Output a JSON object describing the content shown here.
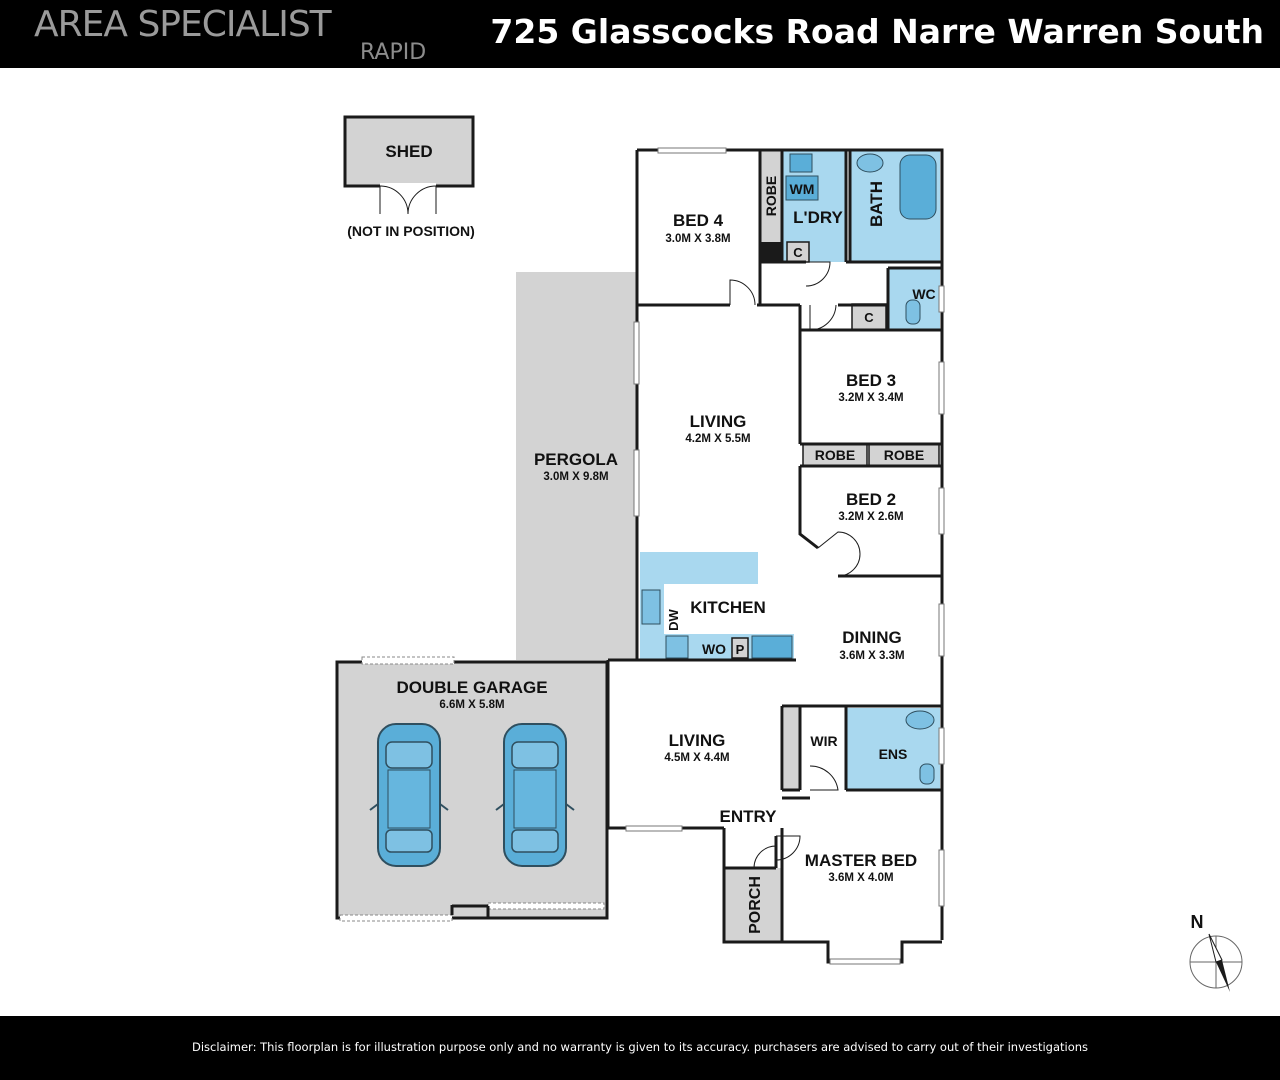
{
  "header": {
    "brand": "AREA SPECIALIST",
    "brand_sub": "RAPID",
    "address": "725 Glasscocks Road Narre Warren South"
  },
  "footer": {
    "disclaimer": "Disclaimer: This floorplan is for illustration purpose only and no warranty is given to its accuracy. purchasers are advised to carry out of their investigations"
  },
  "colors": {
    "wall": "#1a1a1a",
    "wet_area": "#a9d8ef",
    "outdoor": "#d3d3d3",
    "fixture": "#5aaed8",
    "bar": "#000000"
  },
  "compass": {
    "label": "N",
    "icon": "compass-icon"
  },
  "rooms": {
    "shed": {
      "name": "SHED",
      "note": "(NOT IN POSITION)"
    },
    "bed4": {
      "name": "BED 4",
      "size": "3.0M X 3.8M"
    },
    "robe_bed4": {
      "name": "ROBE"
    },
    "laundry": {
      "name": "L'DRY"
    },
    "wm": {
      "name": "WM"
    },
    "c_laundry": {
      "name": "C"
    },
    "bath": {
      "name": "BATH"
    },
    "wc": {
      "name": "WC"
    },
    "c_hall": {
      "name": "C"
    },
    "bed3": {
      "name": "BED 3",
      "size": "3.2M X 3.4M"
    },
    "robe_left": {
      "name": "ROBE"
    },
    "robe_right": {
      "name": "ROBE"
    },
    "bed2": {
      "name": "BED 2",
      "size": "3.2M X 2.6M"
    },
    "living_main": {
      "name": "LIVING",
      "size": "4.2M X 5.5M"
    },
    "pergola": {
      "name": "PERGOLA",
      "size": "3.0M X 9.8M"
    },
    "kitchen": {
      "name": "KITCHEN"
    },
    "dw": {
      "name": "DW"
    },
    "wo": {
      "name": "WO"
    },
    "pantry": {
      "name": "P"
    },
    "dining": {
      "name": "DINING",
      "size": "3.6M X 3.3M"
    },
    "garage": {
      "name": "DOUBLE GARAGE",
      "size": "6.6M X 5.8M"
    },
    "living_front": {
      "name": "LIVING",
      "size": "4.5M X 4.4M"
    },
    "wir": {
      "name": "WIR"
    },
    "ens": {
      "name": "ENS"
    },
    "entry": {
      "name": "ENTRY"
    },
    "porch": {
      "name": "PORCH"
    },
    "master": {
      "name": "MASTER BED",
      "size": "3.6M X 4.0M"
    }
  }
}
